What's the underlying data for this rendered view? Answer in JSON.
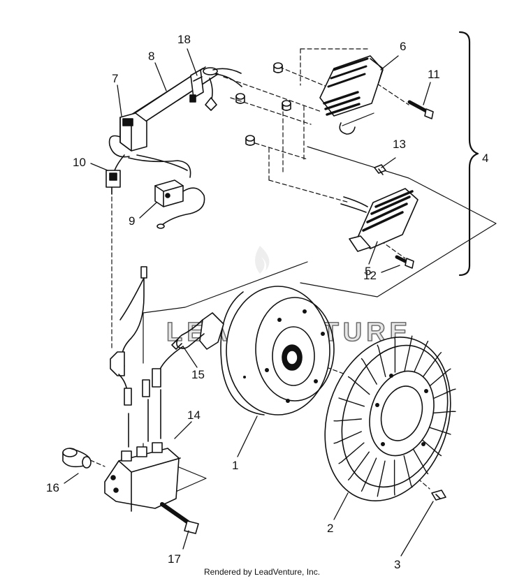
{
  "diagram": {
    "callouts": [
      "1",
      "2",
      "3",
      "4",
      "5",
      "6",
      "7",
      "8",
      "9",
      "10",
      "11",
      "12",
      "13",
      "14",
      "15",
      "16",
      "17",
      "18"
    ],
    "watermark": "LEADVENTURE"
  },
  "footer": {
    "credit": "Rendered by LeadVenture, Inc."
  }
}
